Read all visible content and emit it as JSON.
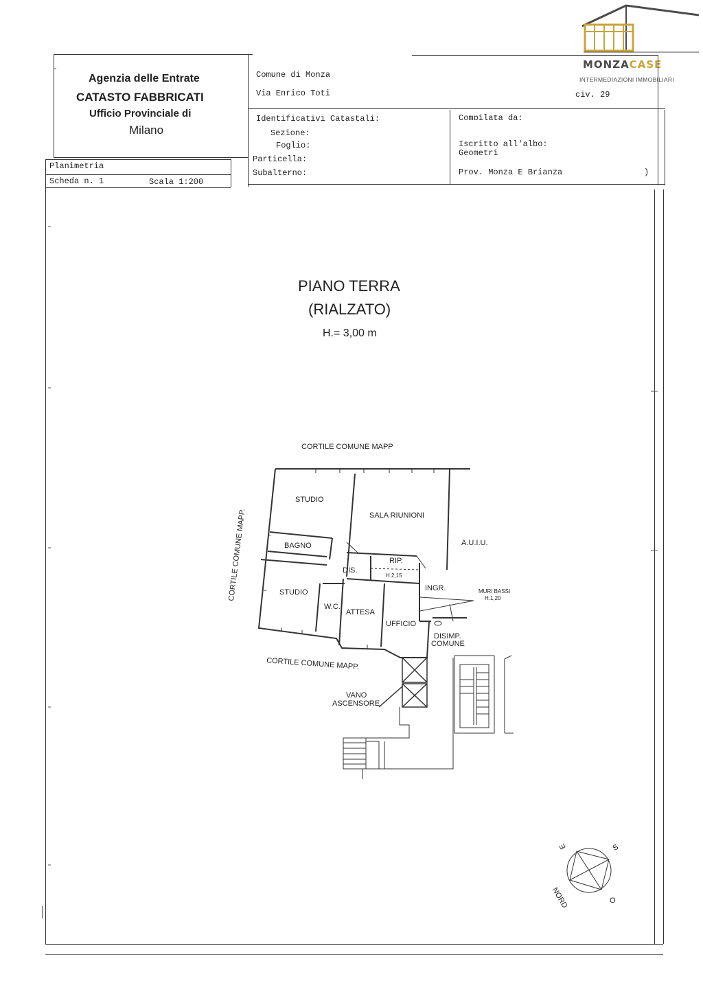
{
  "logo": {
    "brand_part1": "MONZA",
    "brand_part2": "CASE",
    "tagline": "INTERMEDIAZIONI IMMOBILIARI",
    "accent_color": "#c9a43a",
    "text_color": "#4a4a4a"
  },
  "header": {
    "agency": "Agenzia delle Entrate",
    "catasto": "CATASTO FABBRICATI",
    "ufficio": "Ufficio Provinciale di",
    "city": "Milano",
    "comune": "Comune di Monza",
    "via": "Via Enrico Toti",
    "civico": "civ. 29",
    "identificativi": {
      "title": "Identificativi Catastali:",
      "sezione": "Sezione:",
      "foglio": "Foglio:",
      "particella": "Particella:",
      "subalterno": "Subalterno:"
    },
    "compilata": {
      "title": "Compilata da:",
      "iscritto": "Iscritto all'albo:",
      "albo": "Geometri",
      "prov": "Prov. Monza E Brianza"
    },
    "planimetria": "Planimetria",
    "scheda": "Scheda n. 1",
    "scala": "Scala 1:200"
  },
  "plan": {
    "title_line1": "PIANO TERRA",
    "title_line2": "(RIALZATO)",
    "height": "H.= 3,00 m",
    "labels": {
      "cortile_top": "CORTILE COMUNE MAPP",
      "cortile_left": "CORTILE COMUNE MAPP.",
      "cortile_bottom": "CORTILE COMUNE MAPP.",
      "studio_top": "STUDIO",
      "sala": "SALA RIUNIONI",
      "aui": "A.U.I.U.",
      "bagno": "BAGNO",
      "rip": "RIP.",
      "rip_h": "H.2,15",
      "dis": "DIS.",
      "ingr": "INGR.",
      "muri_bassi": "MURI BASSI",
      "muri_h": "H.1,20",
      "studio_bottom": "STUDIO",
      "wc": "W.C.",
      "attesa": "ATTESA",
      "ufficio": "UFFICIO",
      "disimp": "DISIMP.",
      "comune": "COMUNE",
      "vano": "VANO",
      "ascensore": "ASCENSORE"
    },
    "compass": {
      "e": "E",
      "s": "S",
      "o": "O",
      "nord": "NORD"
    }
  }
}
